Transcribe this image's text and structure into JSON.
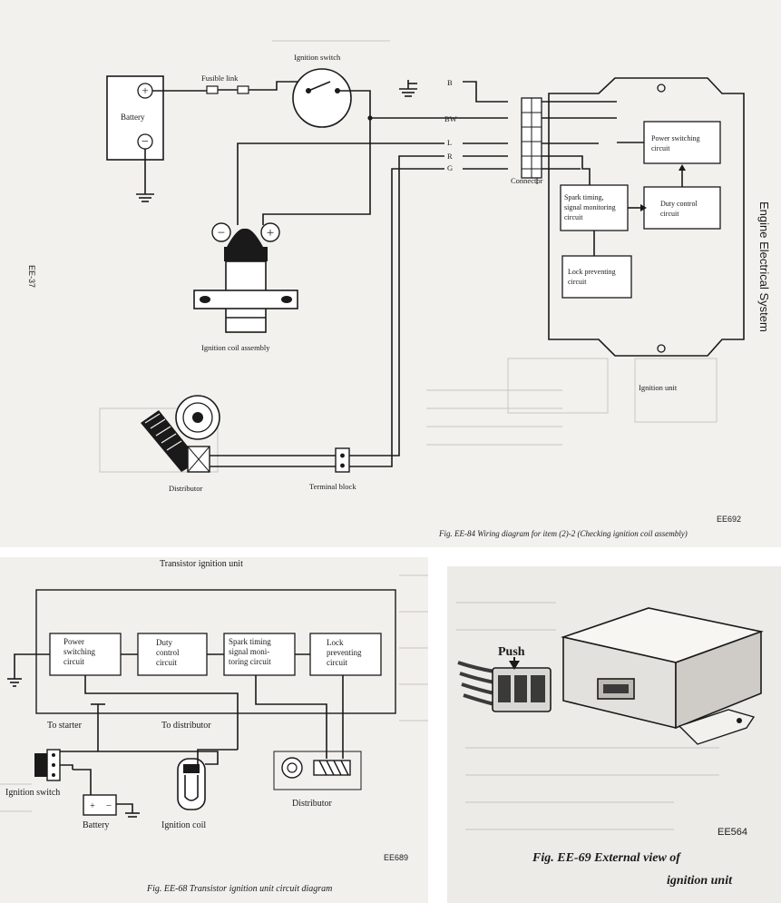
{
  "side_label": "Engine Electrical System",
  "page_code": "EE-37",
  "fig84": {
    "title_ignition_switch": "Ignition switch",
    "fusible_link": "Fusible link",
    "battery": "Battery",
    "wires": [
      "B",
      "BW",
      "L",
      "R",
      "G"
    ],
    "connector": "Connector",
    "power_switching": [
      "Power switching",
      "circuit"
    ],
    "duty_control": [
      "Duty control",
      "circuit"
    ],
    "spark_timing": [
      "Spark timing,",
      "signal monitoring",
      "circuit"
    ],
    "lock_preventing": [
      "Lock preventing",
      "circuit"
    ],
    "ignition_unit": "Ignition unit",
    "coil_assembly": "Ignition coil assembly",
    "distributor": "Distributor",
    "terminal_block": "Terminal block",
    "code": "EE692",
    "caption": "Fig. EE-84  Wiring diagram for item (2)-2 (Checking ignition coil assembly)"
  },
  "fig68": {
    "unit_title": "Transistor ignition unit",
    "power_switching": [
      "Power",
      "switching",
      "circuit"
    ],
    "duty_control": [
      "Duty",
      "control",
      "circuit"
    ],
    "spark_timing": [
      "Spark timing",
      "signal moni-",
      "toring circuit"
    ],
    "lock_preventing": [
      "Lock",
      "preventing",
      "circuit"
    ],
    "to_starter": "To starter",
    "to_distributor": "To distributor",
    "ignition_switch": "Ignition switch",
    "battery": "Battery",
    "ignition_coil": "Ignition coil",
    "distributor": "Distributor",
    "code": "EE689",
    "caption": "Fig. EE-68  Transistor ignition unit circuit diagram"
  },
  "fig69": {
    "push": "Push",
    "code": "EE564",
    "caption_line1": "Fig. EE-69  External view of",
    "caption_line2": "ignition unit"
  }
}
